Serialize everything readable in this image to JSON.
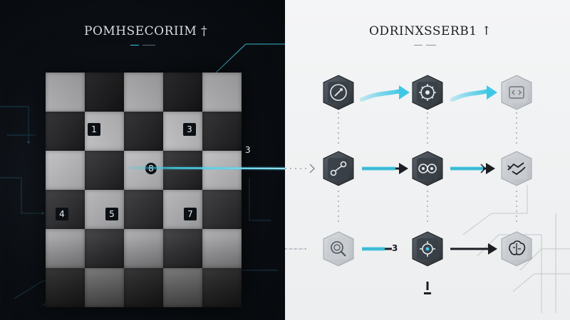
{
  "left_panel": {
    "title": "POMHSECORIIM †",
    "badges": [
      {
        "label": "1"
      },
      {
        "label": "3"
      },
      {
        "label": "8"
      },
      {
        "label": "4"
      },
      {
        "label": "5"
      },
      {
        "label": "7"
      }
    ],
    "float_label": "3"
  },
  "right_panel": {
    "title": "ODRINXSSERB1 ↑",
    "step_label": "3",
    "nodes": [
      {
        "icon": "compass-icon",
        "row": 1,
        "col": 1
      },
      {
        "icon": "gear-brain-icon",
        "row": 1,
        "col": 2
      },
      {
        "icon": "code-icon",
        "row": 1,
        "col": 3
      },
      {
        "icon": "link-node-icon",
        "row": 2,
        "col": 1
      },
      {
        "icon": "linked-gears-icon",
        "row": 2,
        "col": 2
      },
      {
        "icon": "handshake-icon",
        "row": 2,
        "col": 3
      },
      {
        "icon": "magnifier-icon",
        "row": 3,
        "col": 1
      },
      {
        "icon": "gear-spark-icon",
        "row": 3,
        "col": 2
      },
      {
        "icon": "brain-circuit-icon",
        "row": 3,
        "col": 3
      }
    ]
  },
  "colors": {
    "accent": "#3fc8e6",
    "dark_bg": "#0b0f14",
    "light_bg": "#f0f1f2"
  }
}
